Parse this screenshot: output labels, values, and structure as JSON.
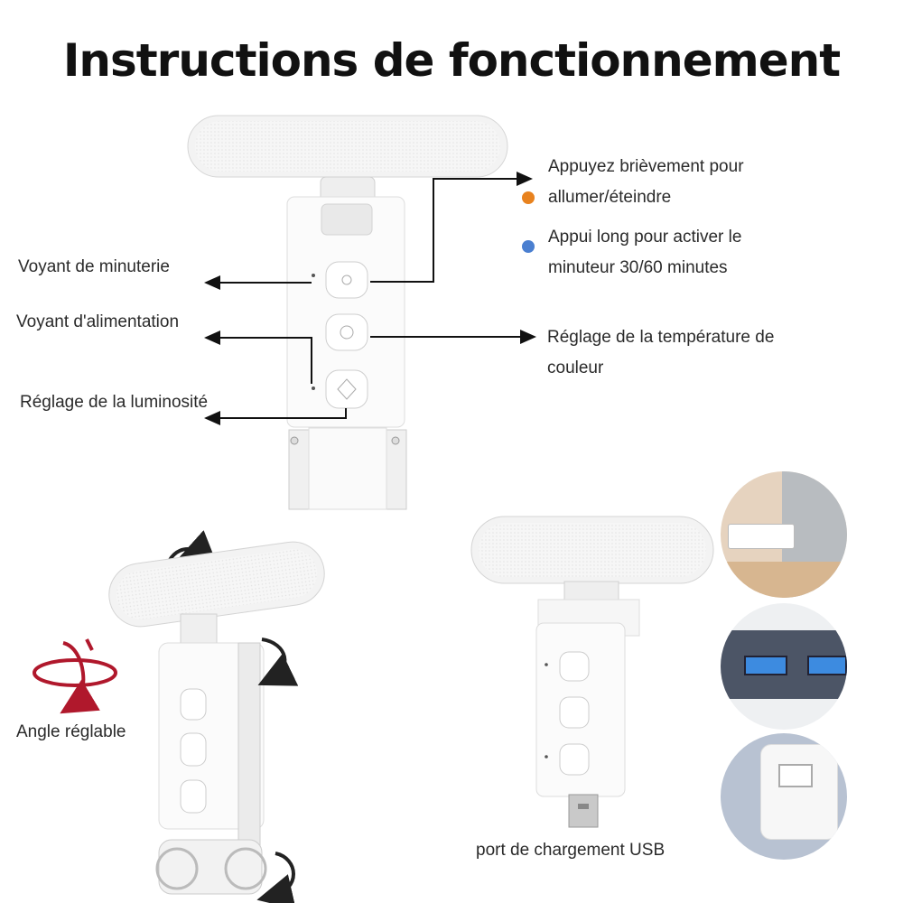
{
  "title": "Instructions de fonctionnement",
  "labels": {
    "short_press": [
      "Appuyez brièvement pour",
      "allumer/éteindre"
    ],
    "long_press": [
      "Appui long pour activer le",
      "minuteur 30/60 minutes"
    ],
    "timer_light": "Voyant de minuterie",
    "power_light": "Voyant d'alimentation",
    "brightness": "Réglage de la luminosité",
    "color_temp": [
      "Réglage de la température de",
      "couleur"
    ],
    "angle": "Angle réglable",
    "usb_port": "port de chargement USB"
  },
  "colors": {
    "short_press_dot": "#e8821e",
    "long_press_dot": "#4a7fd0",
    "angle_arrows": "#b0182c"
  },
  "icons": {
    "power_button": "sun-icon",
    "color_button": "refresh-icon",
    "brightness_button": "up-down-icon",
    "usb_plug": "usb-plug-icon"
  }
}
